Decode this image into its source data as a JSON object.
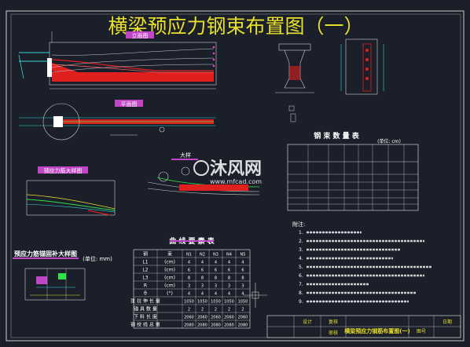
{
  "drawing": {
    "title": "横梁预应力钢束布置图（一）",
    "colors": {
      "background": "#1b1f2a",
      "frame": "#d8d8d8",
      "title": "#e8e02a",
      "tendon_red": "#e0201f",
      "tendon_green": "#2ee04a",
      "cyan": "#33d6d6",
      "magenta_label": "#e040e0",
      "yellow_line": "#e8e02a"
    }
  },
  "views": {
    "elevation_label": "立面图",
    "plan_label": "平面图",
    "anchor_detail_label": "大样",
    "prestress_detail_label": "预应力筋大样图",
    "anchor_zone_detail_label": "预应力筋锚固补大样图",
    "anchor_zone_detail_unit": "(单位: mm)"
  },
  "material_table": {
    "title": "钢 束 数 量 表",
    "unit": "(单位: cm)"
  },
  "curve_table": {
    "title": "曲 线 要 素 表",
    "header": [
      "钢",
      "束",
      "N1",
      "N2",
      "N3",
      "N4",
      "N5"
    ],
    "rows": [
      [
        "L1",
        "(cm)",
        "4",
        "4",
        "4",
        "4",
        "4"
      ],
      [
        "L2",
        "(cm)",
        "6",
        "6",
        "6",
        "6",
        "6"
      ],
      [
        "L3",
        "(cm)",
        "8",
        "8",
        "8",
        "8",
        "8"
      ],
      [
        "R",
        "(cm)",
        "3",
        "3",
        "3",
        "3",
        "3"
      ],
      [
        "θ",
        "(°)",
        "4",
        "4",
        "4",
        "4",
        "4"
      ],
      [
        "张 拉 伸 长 量",
        "",
        "1050",
        "1050",
        "1050",
        "1050",
        "1050"
      ],
      [
        "锚 具 数 量",
        "",
        "2",
        "2",
        "2",
        "2",
        "2"
      ],
      [
        "下 料 长 度",
        "",
        "2060",
        "2060",
        "2060",
        "2060",
        "2060"
      ],
      [
        "钢 绞 线 总 重",
        "",
        "2080",
        "2080",
        "2080",
        "2080",
        "2080"
      ]
    ]
  },
  "notes": {
    "heading": "附注:",
    "items": [
      "1.",
      "2.",
      "3.",
      "4.",
      "5.",
      "6.",
      "7.",
      "8.",
      "9."
    ]
  },
  "title_block": {
    "drawing_name": "横梁预应力钢筋布置图(一)",
    "row_a": "设计",
    "row_b": "复核",
    "row_c": "审核",
    "sheet": "图号",
    "date_label": "日期"
  },
  "watermark": {
    "text": "沐风网",
    "url": "www.mfcad.com"
  }
}
